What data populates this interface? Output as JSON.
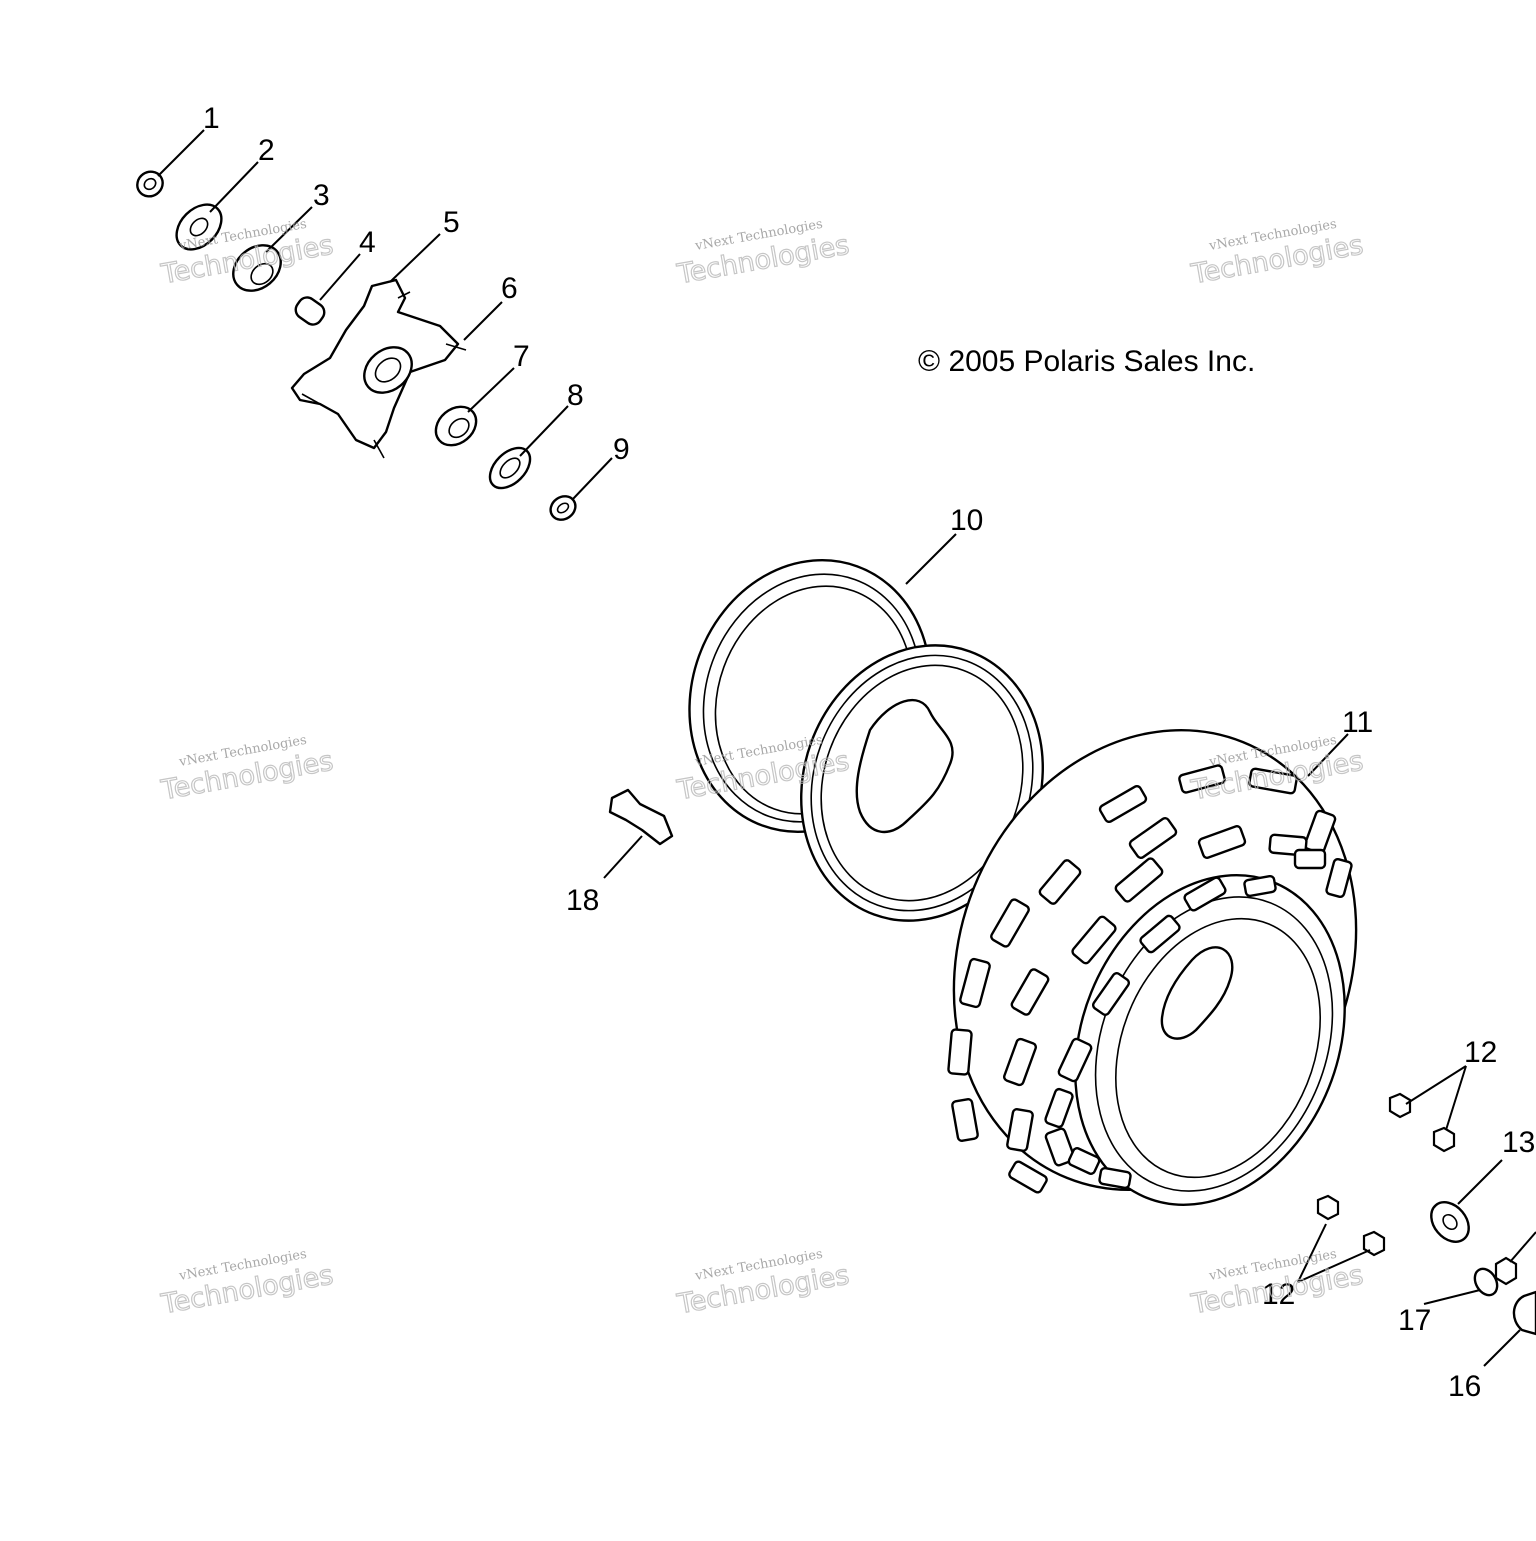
{
  "copyright": "© 2005 Polaris Sales Inc.",
  "watermark": {
    "line1": "vNext Technologies",
    "line2": "Technologies"
  },
  "callouts": {
    "c1": "1",
    "c2": "2",
    "c3": "3",
    "c4": "4",
    "c5": "5",
    "c6": "6",
    "c7": "7",
    "c8": "8",
    "c9": "9",
    "c10": "10",
    "c11": "11",
    "c12a": "12",
    "c12b": "12",
    "c13": "13",
    "c16": "16",
    "c17": "17",
    "c18": "18"
  },
  "colors": {
    "line": "#000000",
    "background": "#ffffff",
    "watermark": "#b8b8b8"
  }
}
